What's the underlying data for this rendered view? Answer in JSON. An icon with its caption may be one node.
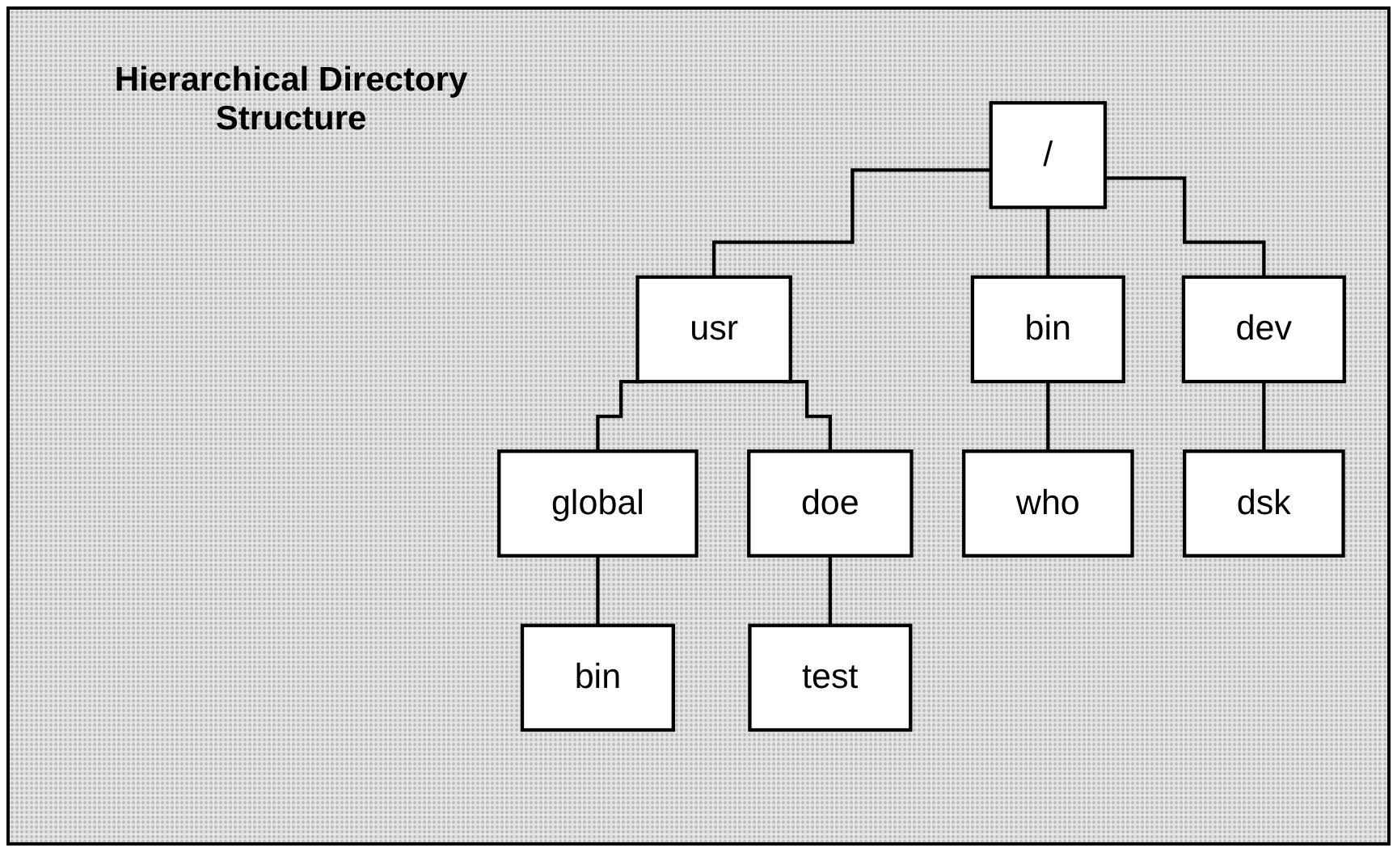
{
  "diagram": {
    "title": "Hierarchical Directory Structure",
    "nodes": [
      {
        "text": [
          "/"
        ]
      },
      {
        "text": [
          "usr"
        ]
      },
      {
        "text": [
          "bin"
        ]
      },
      {
        "text": [
          "dev"
        ]
      },
      {
        "text": [
          "global"
        ]
      },
      {
        "text": [
          "doe"
        ]
      },
      {
        "text": [
          "who"
        ]
      },
      {
        "text": [
          "dsk"
        ]
      },
      {
        "text": [
          "bin"
        ]
      },
      {
        "text": [
          "test"
        ]
      }
    ],
    "edges": [
      {
        "from": 0,
        "to": 1,
        "arrow": "none"
      },
      {
        "from": 0,
        "to": 2,
        "arrow": "none"
      },
      {
        "from": 0,
        "to": 3,
        "arrow": "none"
      },
      {
        "from": 1,
        "to": 4,
        "arrow": "none"
      },
      {
        "from": 1,
        "to": 5,
        "arrow": "none"
      },
      {
        "from": 2,
        "to": 6,
        "arrow": "none"
      },
      {
        "from": 3,
        "to": 7,
        "arrow": "none"
      },
      {
        "from": 4,
        "to": 8,
        "arrow": "none"
      },
      {
        "from": 5,
        "to": 9,
        "arrow": "none"
      }
    ]
  }
}
